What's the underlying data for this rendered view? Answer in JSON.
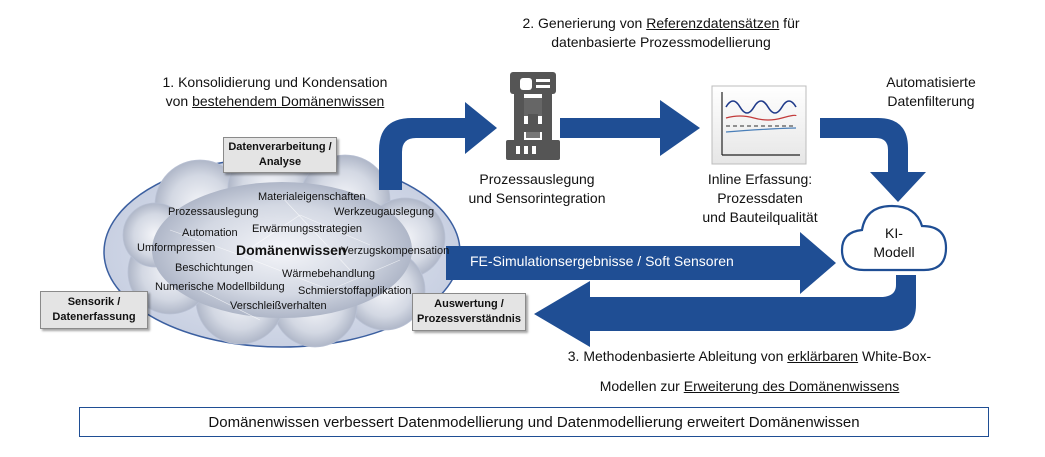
{
  "step1": {
    "line1": "1. Konsolidierung und Kondensation",
    "line2_prefix": "von ",
    "line2_underlined": "bestehendem Domänenwissen"
  },
  "step2": {
    "line1_prefix": "2. Generierung von ",
    "line1_underlined": "Referenzdatensätzen",
    "line1_suffix": " für",
    "line2": "datenbasierte Prozessmodellierung"
  },
  "step3": {
    "line1_prefix": "3. Methodenbasierte Ableitung von ",
    "line1_underlined": "erklärbaren",
    "line1_suffix": " White-Box-",
    "line2_prefix": "Modellen zur ",
    "line2_underlined": "Erweiterung des Domänenwissens"
  },
  "auto_filter": {
    "line1": "Automatisierte",
    "line2": "Datenfilterung"
  },
  "press": {
    "line1": "Prozessauslegung",
    "line2": "und Sensorintegration"
  },
  "inline": {
    "line1": "Inline Erfassung:",
    "line2": "Prozessdaten",
    "line3": "und Bauteilqualität"
  },
  "ki_model": {
    "line1": "KI-",
    "line2": "Modell"
  },
  "boxes": {
    "datenverarbeitung": {
      "line1": "Datenverarbeitung /",
      "line2": "Analyse"
    },
    "sensorik": {
      "line1": "Sensorik /",
      "line2": "Datenerfassung"
    },
    "auswertung": {
      "line1": "Auswertung /",
      "line2": "Prozessverständnis"
    }
  },
  "cloud": {
    "center": "Domänenwissen",
    "terms": [
      "Materialeigenschaften",
      "Prozessauslegung",
      "Werkzeugauslegung",
      "Automation",
      "Erwärmungsstrategien",
      "Umformpressen",
      "Verzugskompensation",
      "Beschichtungen",
      "Wärmebehandlung",
      "Numerische Modellbildung",
      "Schmierstoffapplikation",
      "Verschleißverhalten"
    ]
  },
  "fe_arrow": {
    "label": "FE-Simulationsergebnisse / Soft Sensoren"
  },
  "bottom_statement": "Domänenwissen verbessert Datenmodellierung und Datenmodellierung erweitert Domänenwissen",
  "colors": {
    "arrow": "#1f4e94",
    "cloud_outline": "#3b5fa0",
    "box_fill": "#e4e4e4"
  },
  "icons": [
    "press-machine-icon",
    "sensor-chart-icon",
    "cloud-icon"
  ]
}
